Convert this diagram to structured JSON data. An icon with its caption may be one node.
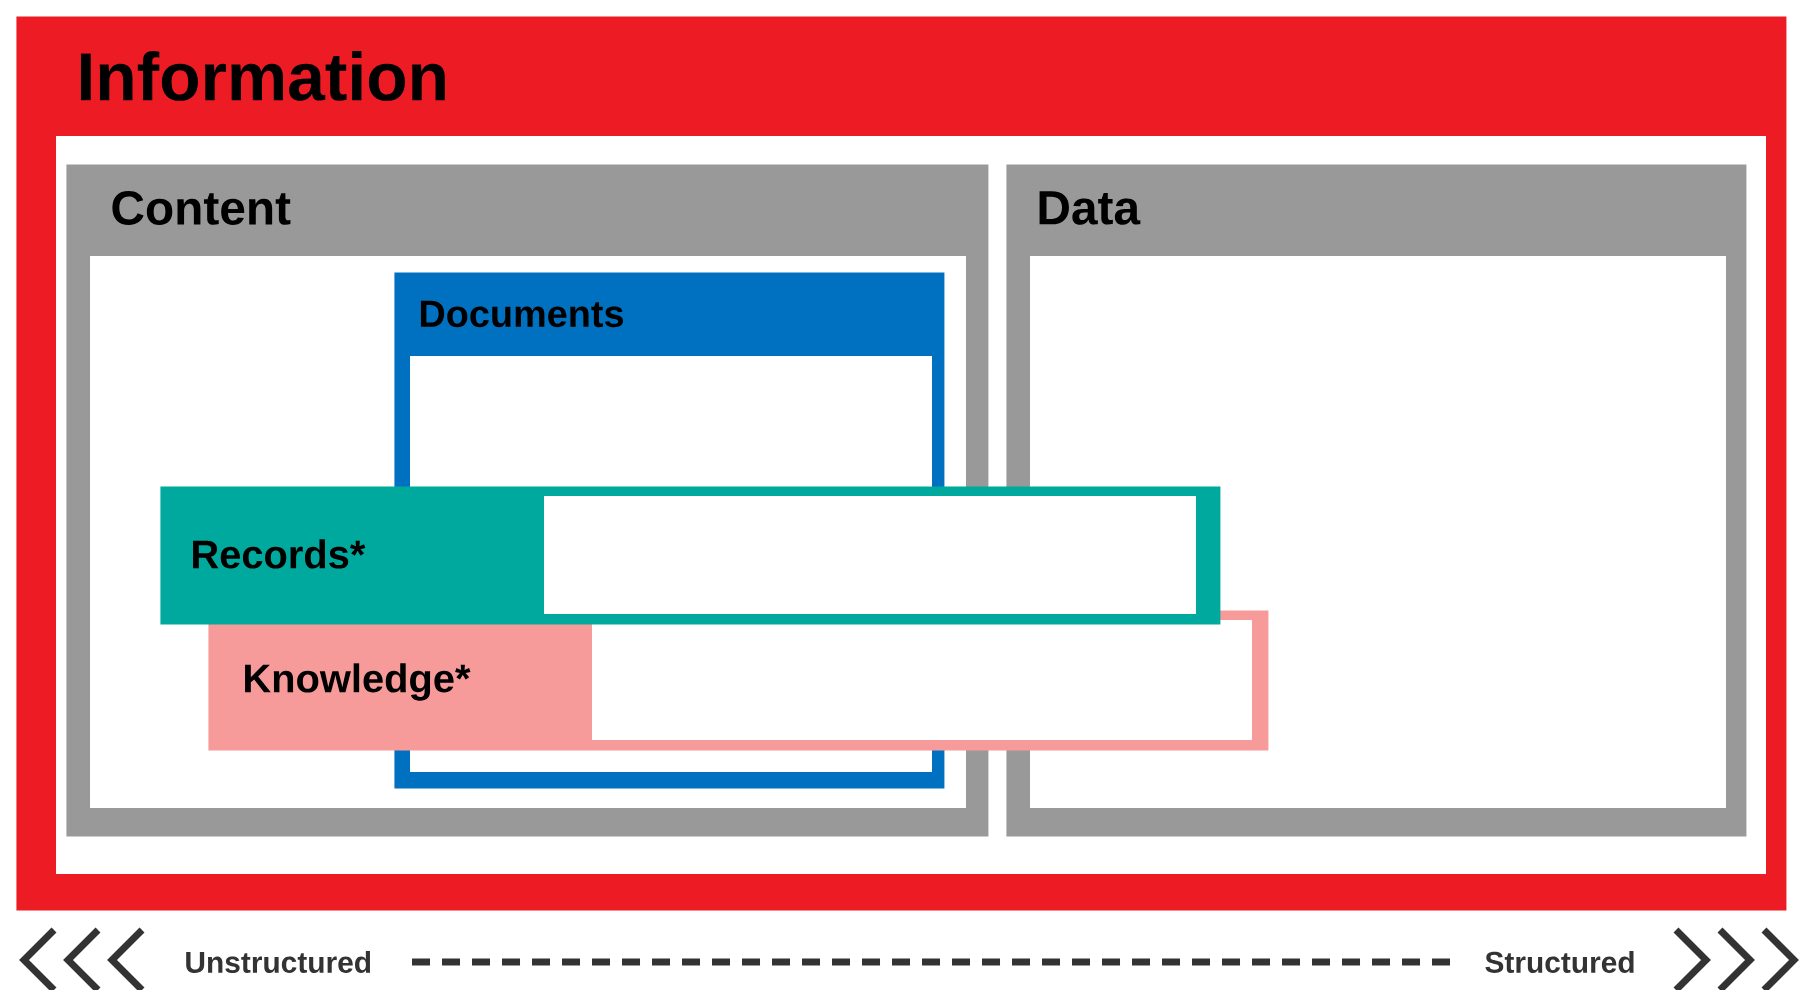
{
  "diagram": {
    "nodes": [
      {
        "text": [
          "Information"
        ]
      },
      {
        "text": [
          "Content"
        ],
        "in": 0
      },
      {
        "text": [
          "Data"
        ],
        "in": 0
      },
      {
        "text": [
          "Documents"
        ],
        "in": 1
      },
      {
        "text": [
          "Records*"
        ],
        "in": 0
      },
      {
        "text": [
          "Knowledge*"
        ],
        "in": 0
      }
    ],
    "labels": [
      "Unstructured",
      "Structured"
    ]
  }
}
